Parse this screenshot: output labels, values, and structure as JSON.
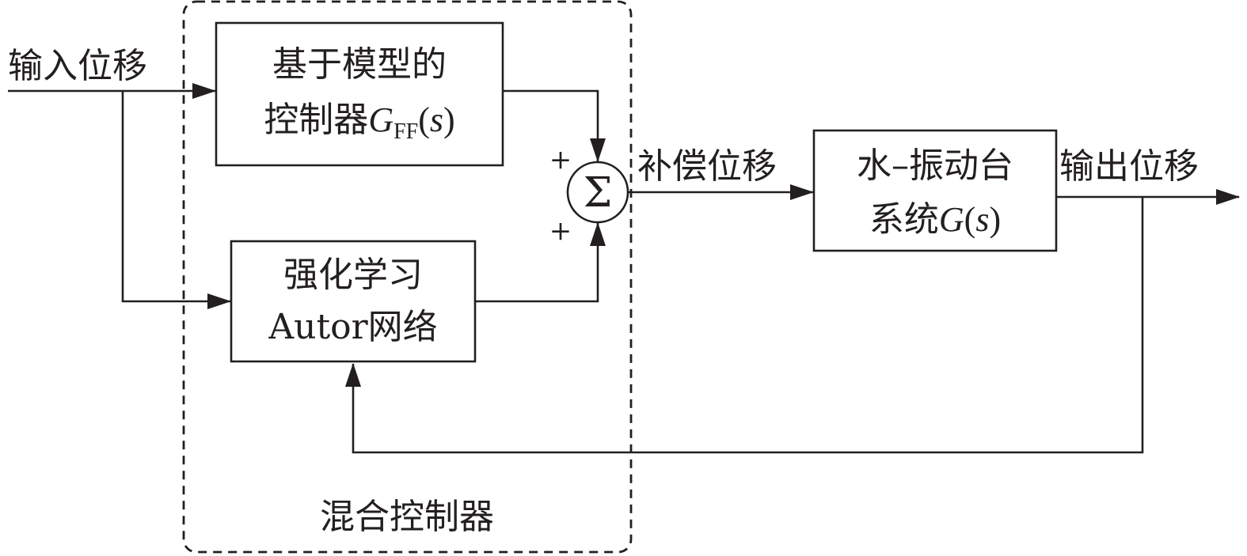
{
  "signals": {
    "input": "输入位移",
    "compensation": "补偿位移",
    "output": "输出位移"
  },
  "blocks": {
    "model_controller": {
      "line1": "基于模型的",
      "line2_prefix": "控制器",
      "line2_symbol": "G",
      "line2_subscript": "FF",
      "line2_paren_open": "(",
      "line2_arg": "s",
      "line2_paren_close": ")"
    },
    "rl_network": {
      "line1": "强化学习",
      "line2": "Autor网络"
    },
    "plant": {
      "line1": "水–振动台",
      "line2_prefix": "系统",
      "line2_symbol": "G",
      "line2_paren_open": "(",
      "line2_arg": "s",
      "line2_paren_close": ")"
    }
  },
  "summing_junction": {
    "symbol": "Σ",
    "sign_top": "+",
    "sign_bottom": "+"
  },
  "hybrid_controller_label": "混合控制器",
  "colors": {
    "stroke": "#231f20",
    "background": "#ffffff"
  }
}
